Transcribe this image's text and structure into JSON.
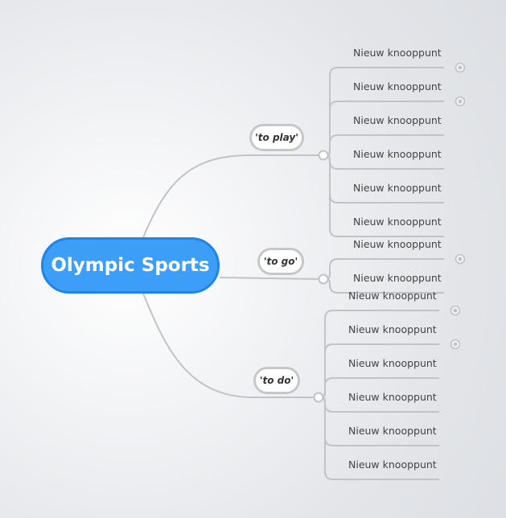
{
  "mindmap": {
    "root": {
      "label": "Olympic Sports"
    },
    "branches": [
      {
        "label": "'to play'",
        "leaves": [
          {
            "label": "Nieuw knooppunt",
            "collapsed_children": true
          },
          {
            "label": "Nieuw knooppunt",
            "collapsed_children": true
          },
          {
            "label": "Nieuw knooppunt",
            "collapsed_children": false
          },
          {
            "label": "Nieuw knooppunt",
            "collapsed_children": false
          },
          {
            "label": "Nieuw knooppunt",
            "collapsed_children": false
          },
          {
            "label": "Nieuw knooppunt",
            "collapsed_children": false
          }
        ]
      },
      {
        "label": "'to go'",
        "leaves": [
          {
            "label": "Nieuw knooppunt",
            "collapsed_children": true
          },
          {
            "label": "Nieuw knooppunt",
            "collapsed_children": false
          }
        ]
      },
      {
        "label": "'to do'",
        "leaves": [
          {
            "label": "Nieuw knooppunt",
            "collapsed_children": true
          },
          {
            "label": "Nieuw knooppunt",
            "collapsed_children": true
          },
          {
            "label": "Nieuw knooppunt",
            "collapsed_children": false
          },
          {
            "label": "Nieuw knooppunt",
            "collapsed_children": false
          },
          {
            "label": "Nieuw knooppunt",
            "collapsed_children": false
          },
          {
            "label": "Nieuw knooppunt",
            "collapsed_children": false
          }
        ]
      }
    ]
  },
  "colors": {
    "root_fill": "#3c9ef7",
    "root_border": "#1f86e8",
    "connector": "#c2c3c6"
  }
}
